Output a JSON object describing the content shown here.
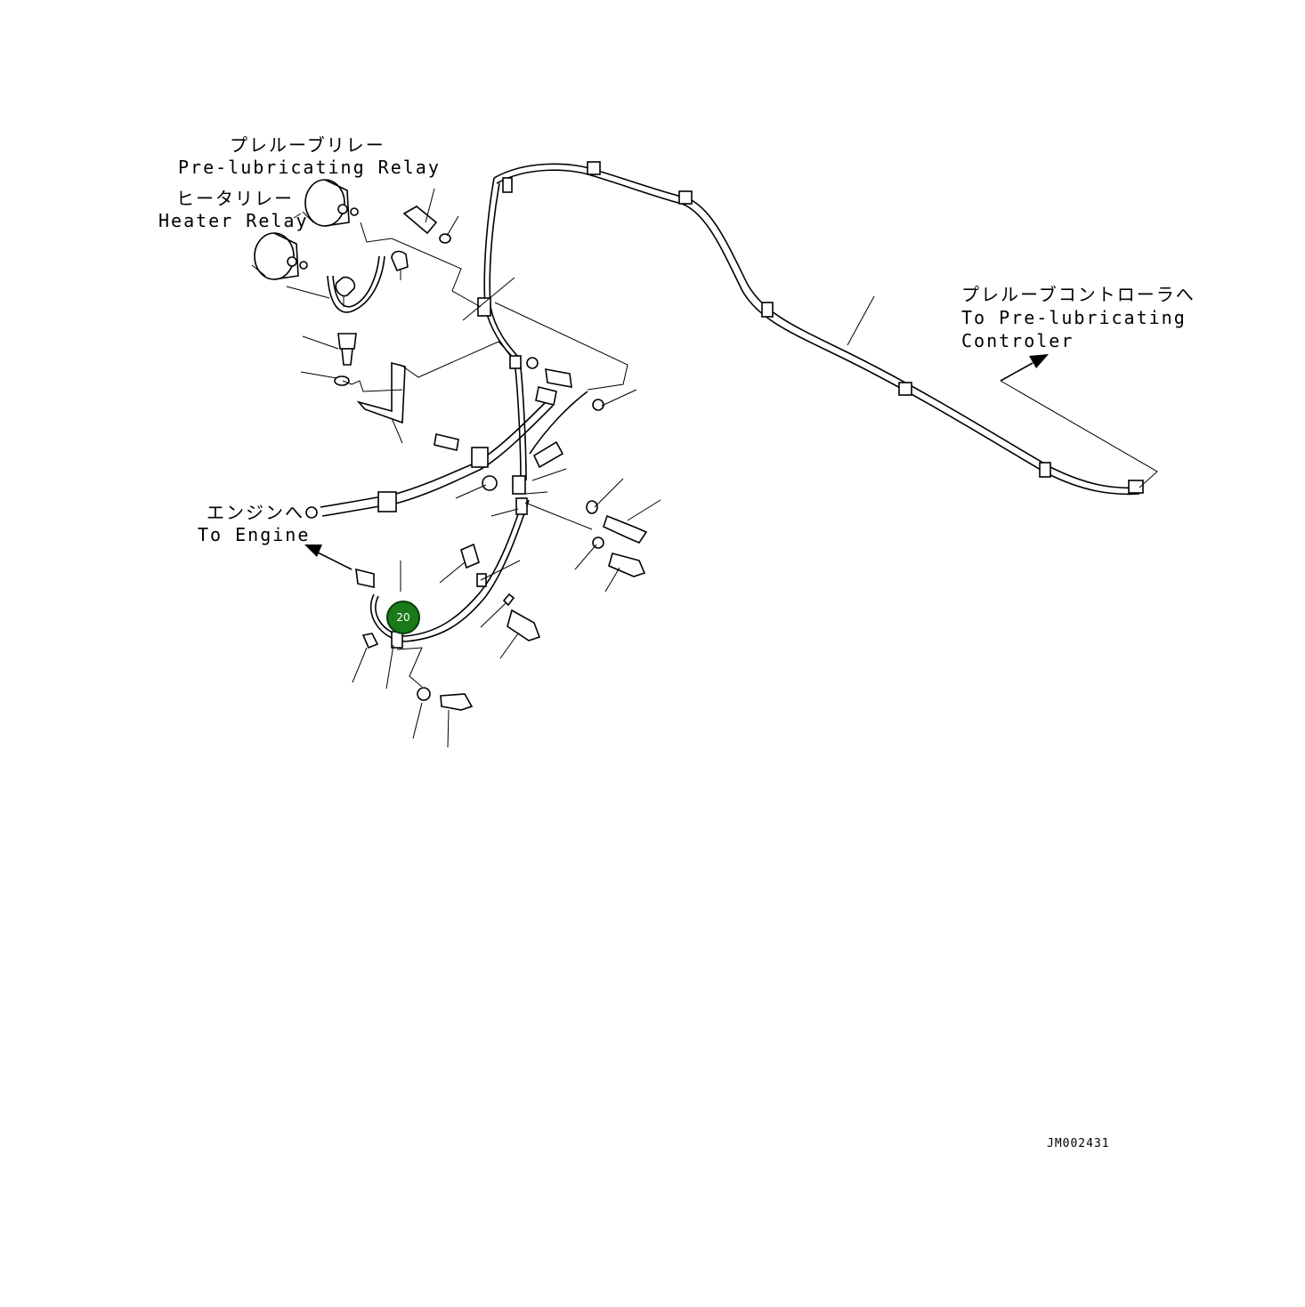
{
  "labels": {
    "prelube_relay_jp": "プレルーブリレー",
    "prelube_relay_en": "Pre-lubricating Relay",
    "heater_relay_jp": "ヒータリレー",
    "heater_relay_en": "Heater Relay",
    "controller_jp": "プレルーブコントローラへ",
    "controller_en1": "To Pre-lubricating",
    "controller_en2": "Controler",
    "engine_jp": "エンジンへ",
    "engine_en": "To Engine",
    "drawing_id": "JM002431"
  },
  "callout": {
    "number": "20",
    "color": "#1a7a1a"
  }
}
